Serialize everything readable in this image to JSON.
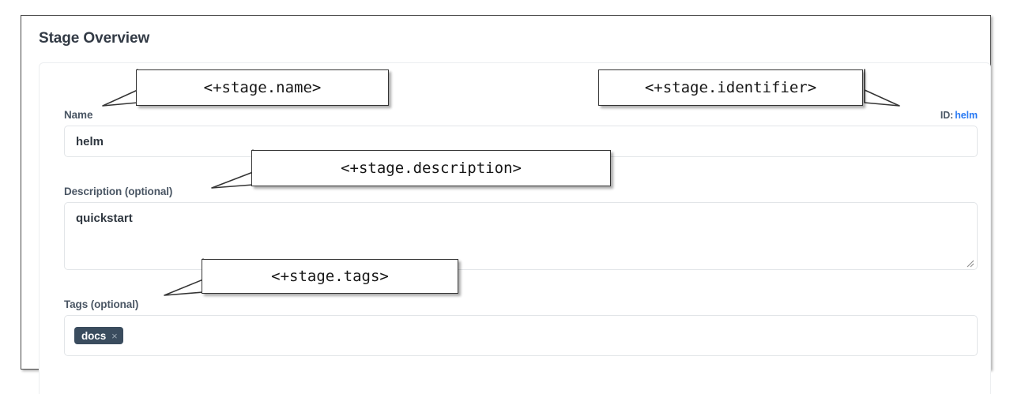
{
  "page": {
    "title": "Stage Overview"
  },
  "form": {
    "name_field": {
      "label": "Name",
      "value": "helm",
      "id_hint_prefix": "ID:",
      "id_hint_value": "helm"
    },
    "description_field": {
      "label": "Description (optional)",
      "value": "quickstart"
    },
    "tags_field": {
      "label": "Tags (optional)",
      "chips": [
        {
          "label": "docs",
          "remove_icon": "×"
        }
      ]
    }
  },
  "annotations": [
    {
      "text": "<+stage.name>"
    },
    {
      "text": "<+stage.identifier>"
    },
    {
      "text": "<+stage.description>"
    },
    {
      "text": "<+stage.tags>"
    }
  ],
  "colors": {
    "frame_border": "#4a4a4a",
    "label": "#4a5664",
    "link": "#2b7bf3",
    "chip_bg": "#3a4c5e",
    "input_border": "#e2e5e8",
    "callout_border": "#343434"
  }
}
